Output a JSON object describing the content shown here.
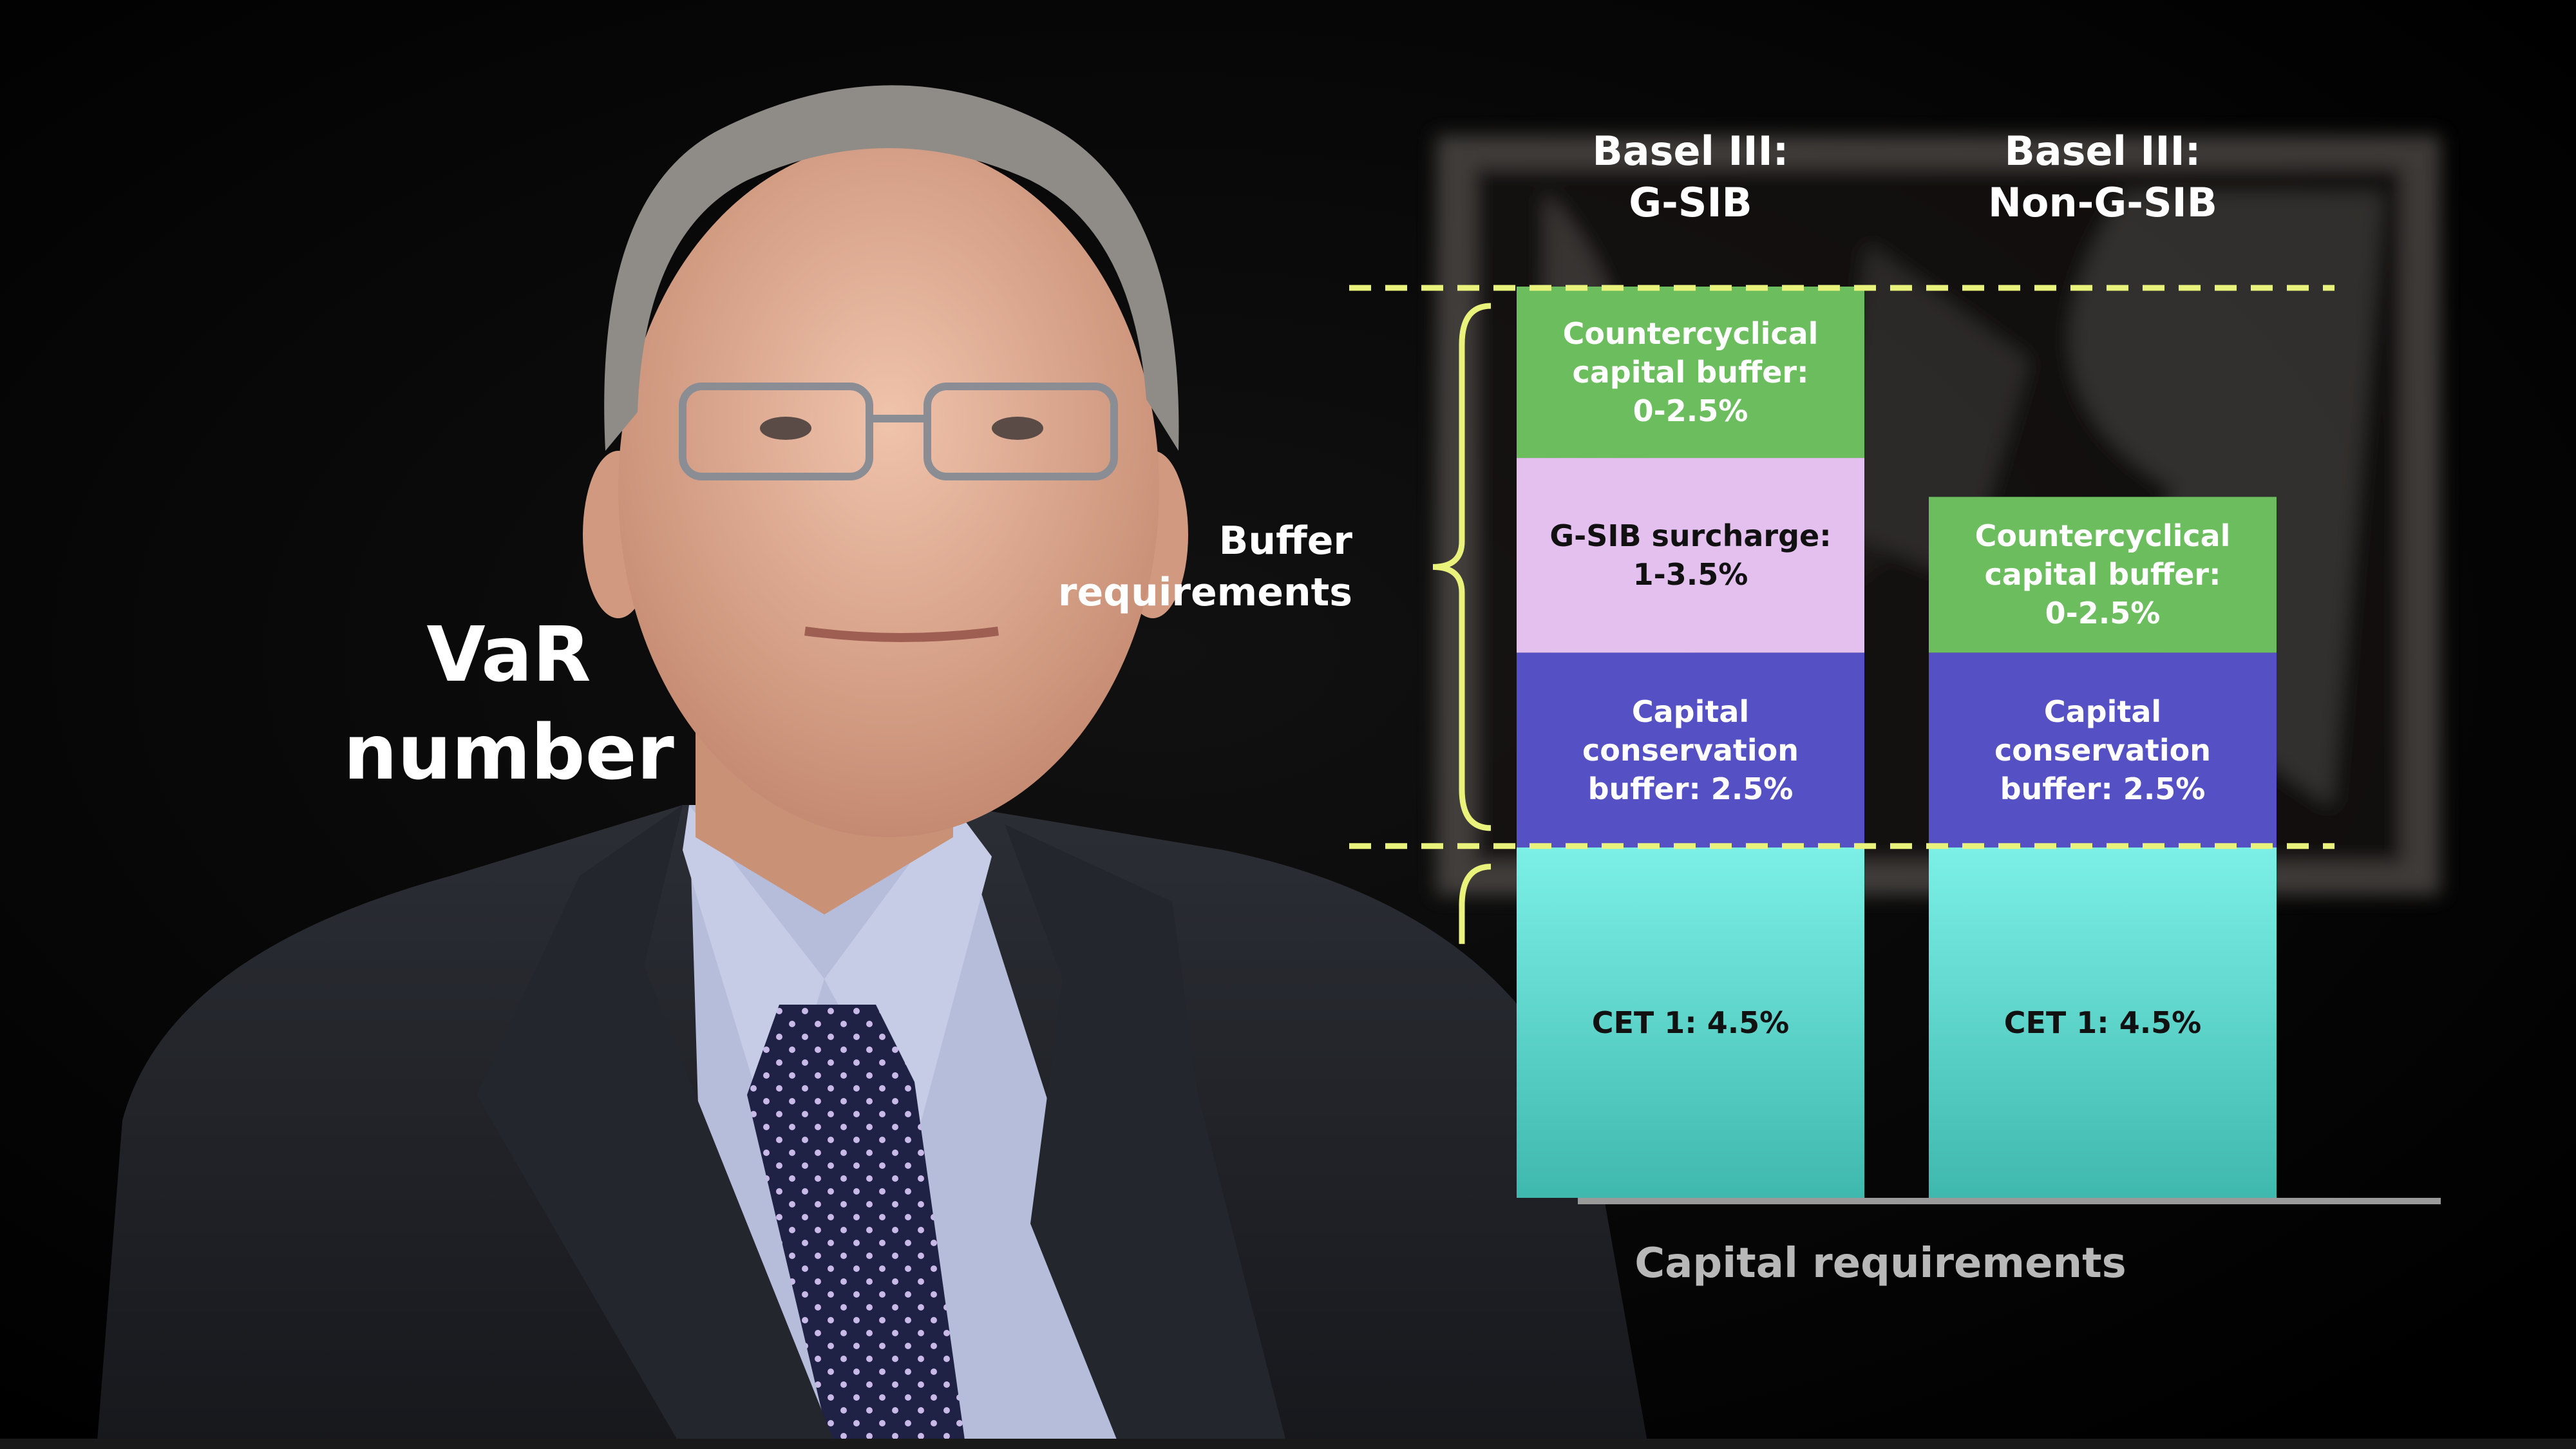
{
  "overlay": {
    "line1": "VaR",
    "line2": "number"
  },
  "chart_data": {
    "type": "bar",
    "xlabel": "Capital requirements",
    "categories": [
      "Basel III:\nG-SIB",
      "Basel III:\nNon-G-SIB"
    ],
    "group_labels": [
      "Buffer\nrequirements"
    ],
    "series": [
      {
        "values": [
          4.5,
          4.5
        ],
        "labels": [
          "CET 1: 4.5%",
          "CET 1: 4.5%"
        ],
        "color": "#4fd2c8"
      },
      {
        "values": [
          2.5,
          2.5
        ],
        "labels": [
          "Capital\nconservation\nbuffer: 2.5%",
          "Capital\nconservation\nbuffer: 2.5%"
        ],
        "color": "#5551c4"
      },
      {
        "values": [
          2.5,
          0
        ],
        "labels": [
          "G-SIB surcharge:\n1-3.5%",
          ""
        ],
        "color": "#e4c0ee"
      },
      {
        "values": [
          2.2,
          2.0
        ],
        "labels": [
          "Countercyclical\ncapital buffer:\n0-2.5%",
          "Countercyclical\ncapital buffer:\n0-2.5%"
        ],
        "color": "#6cbd5e"
      }
    ],
    "colors": {
      "cet1_top": "#7cf0e6",
      "cet1_bottom": "#3fb8ae",
      "guide_line": "#e9f27a",
      "brace": "#e9f27a",
      "axis": "#9a9a9a"
    }
  }
}
